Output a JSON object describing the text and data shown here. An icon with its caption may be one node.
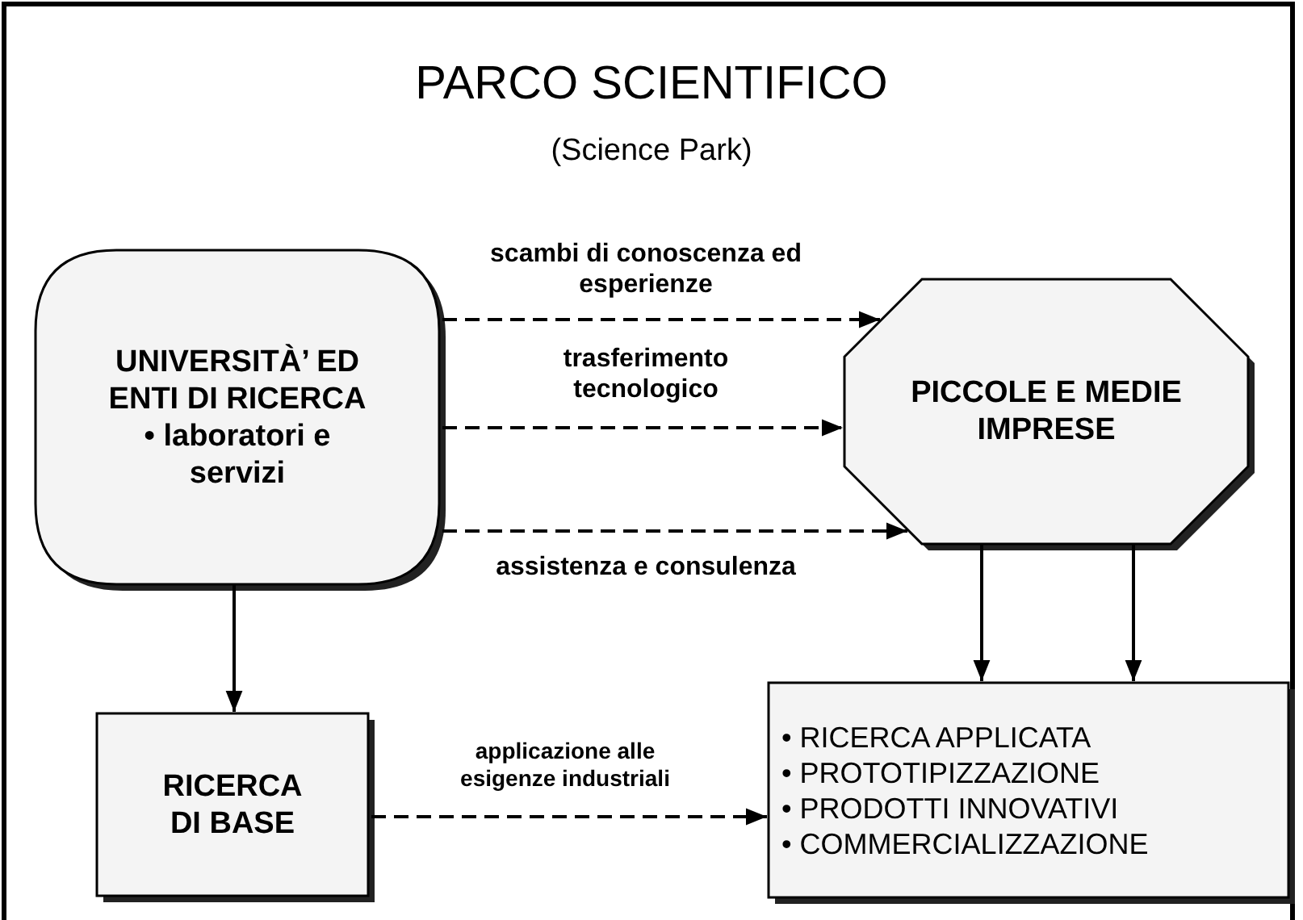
{
  "diagram": {
    "title": "PARCO SCIENTIFICO",
    "nodes": [
      {
        "text": [
          "UNIVERSITÀ’ ED ENTI DI RICERCA",
          "• laboratori e servizi"
        ]
      },
      {
        "text": [
          "PICCOLE E MEDIE IMPRESE"
        ]
      },
      {
        "text": [
          "RICERCA DI BASE"
        ]
      },
      {
        "text": [
          "• RICERCA APPLICATA",
          "• PROTOTIPIZZAZIONE",
          "• PRODOTTI INNOVATIVI",
          "• COMMERCIALIZZAZIONE"
        ]
      }
    ],
    "edges": [
      {
        "from": 0,
        "to": 1,
        "arrow": "to",
        "style": "dashed",
        "label": "scambi di conoscenza ed esperienze"
      },
      {
        "from": 0,
        "to": 1,
        "arrow": "to",
        "style": "dashed",
        "label": "trasferimento tecnologico"
      },
      {
        "from": 0,
        "to": 1,
        "arrow": "to",
        "style": "dashed",
        "label": "assistenza e consulenza"
      },
      {
        "from": 0,
        "to": 2,
        "arrow": "to"
      },
      {
        "from": 2,
        "to": 3,
        "arrow": "to",
        "style": "dashed",
        "label": "applicazione alle esigenze industriali"
      },
      {
        "from": 1,
        "to": 3,
        "arrow": "to"
      },
      {
        "from": 1,
        "to": 3,
        "arrow": "to"
      }
    ],
    "labels": [
      "(Science Park)"
    ]
  }
}
